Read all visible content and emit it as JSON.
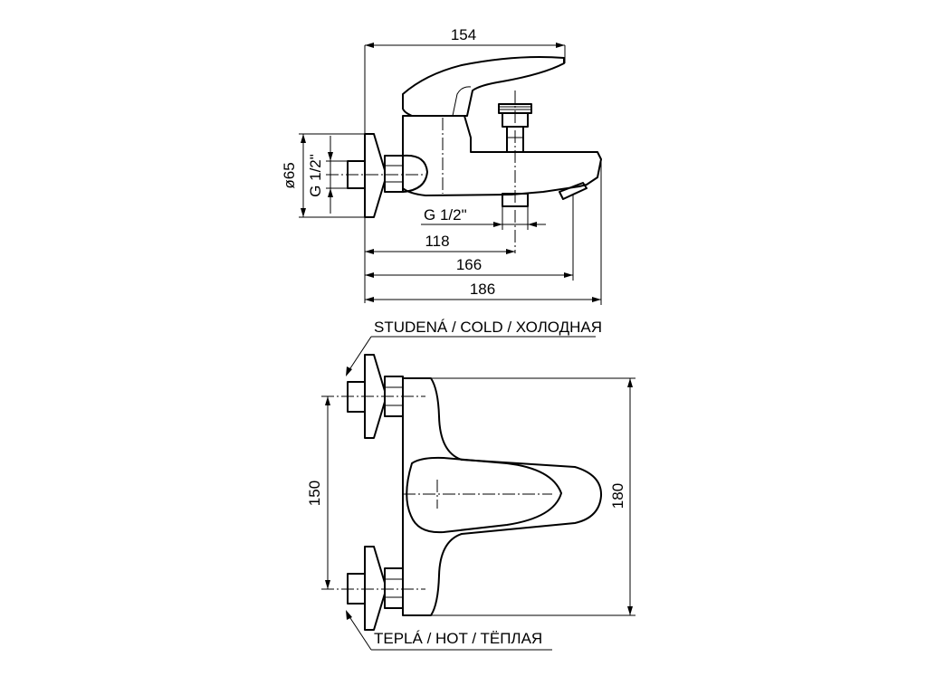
{
  "dimensions": {
    "width_total": "154",
    "diameter_rosette": "ø65",
    "thread_inlet": "G 1/2\"",
    "thread_outlet": "G 1/2\"",
    "spout_outlet_offset": "118",
    "spout_length": "166",
    "overall_length": "186",
    "inlet_spacing": "150",
    "body_height": "180"
  },
  "labels": {
    "cold": "STUDENÁ / COLD / ХОЛОДНАЯ",
    "hot": "TEPLÁ / HOT / TЁПЛАЯ"
  },
  "colors": {
    "line": "#000000",
    "background": "#ffffff"
  }
}
